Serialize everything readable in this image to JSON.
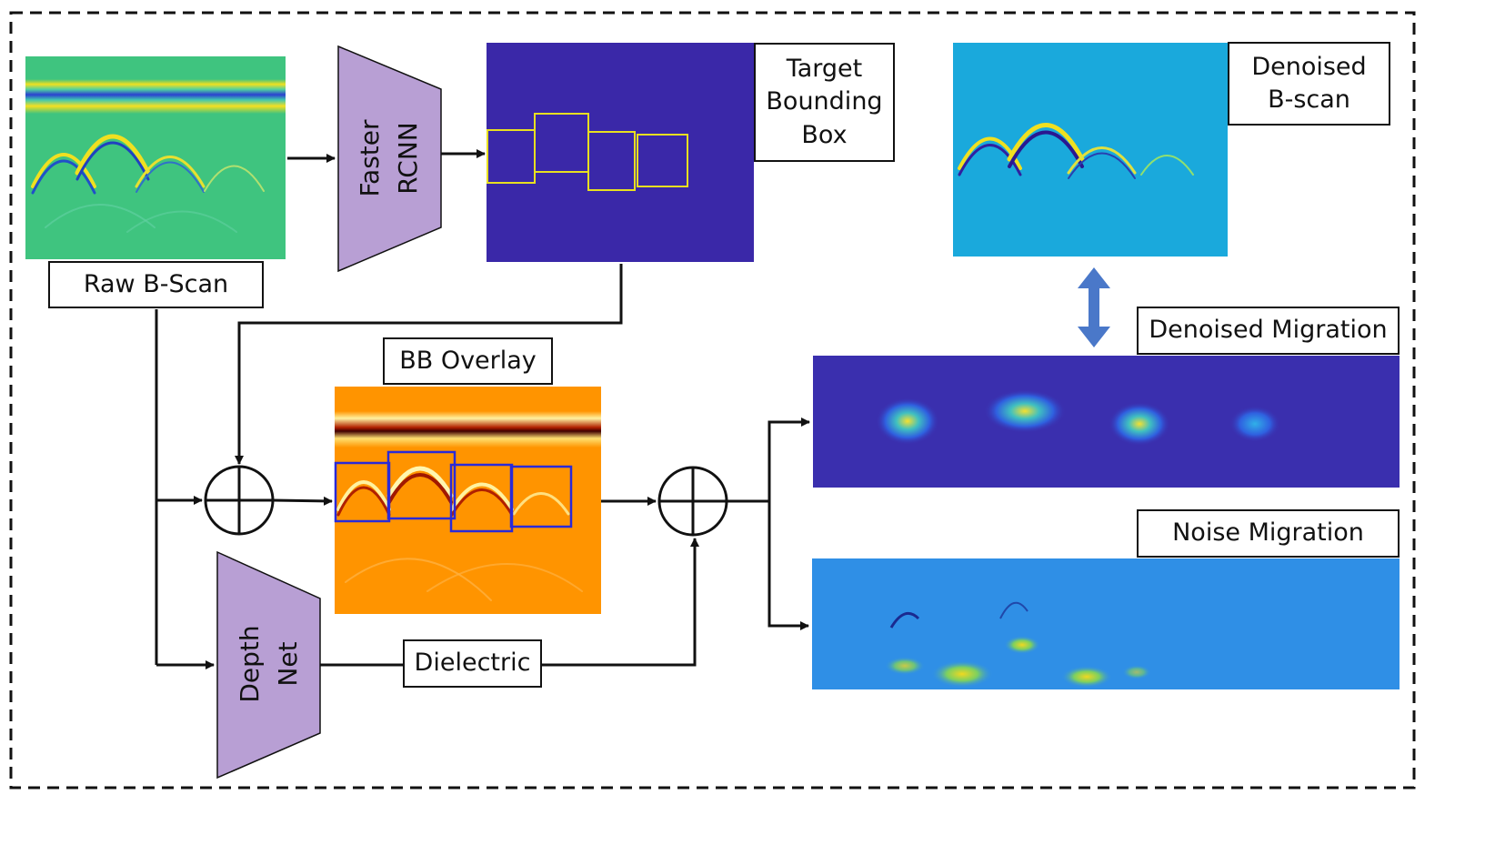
{
  "labels": {
    "raw_bscan": "Raw B-Scan",
    "target_bbox": "Target\nBounding\nBox",
    "denoised_bscan": "Denoised\nB-scan",
    "denoised_migration": "Denoised Migration",
    "bb_overlay": "BB Overlay",
    "noise_migration": "Noise Migration",
    "dielectric": "Dielectric"
  },
  "networks": {
    "faster_rcnn": [
      "Faster",
      "RCNN"
    ],
    "depth_net": [
      "Depth",
      "Net"
    ]
  },
  "colors": {
    "network_fill": "#b89fd4",
    "bscan_bg": "#3fc47f",
    "detection_bg": "#3a28a8",
    "denoised_bg": "#1aa9dc",
    "overlay_bg": "#ff9400",
    "migration_bg": "#3a2fae",
    "noise_bg": "#2f8fe6",
    "box_yellow": "#e8e020",
    "box_blue": "#2a2ad8",
    "bidirectional_arrow": "#4a78c9"
  }
}
